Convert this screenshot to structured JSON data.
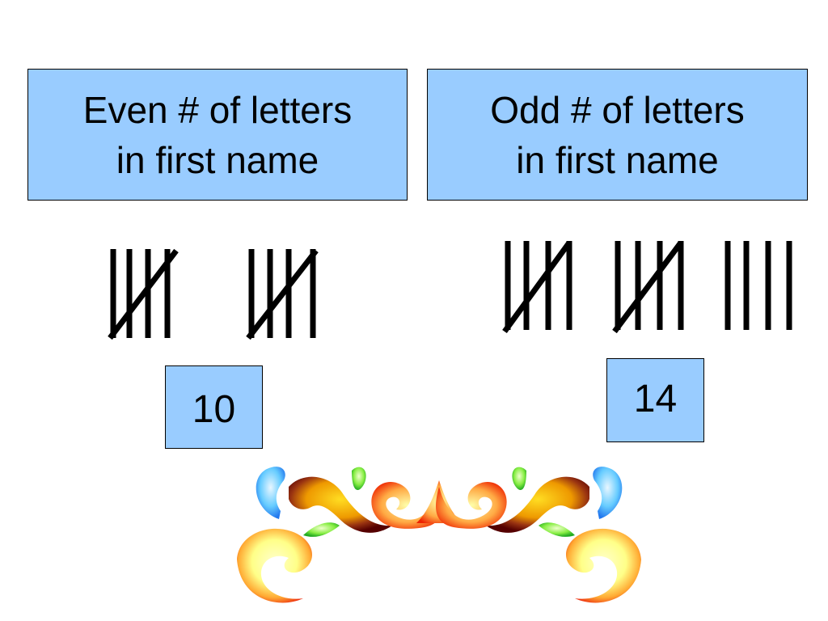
{
  "slide": {
    "even_group": {
      "heading_line1": "Even # of letters",
      "heading_line2": "in first name",
      "count": "10",
      "tally_groups": [
        5,
        5
      ]
    },
    "odd_group": {
      "heading_line1": "Odd # of letters",
      "heading_line2": "in first name",
      "count": "14",
      "tally_groups": [
        5,
        5,
        4
      ]
    }
  },
  "colors": {
    "box_fill": "#99ccff",
    "tally_stroke": "#000000"
  }
}
